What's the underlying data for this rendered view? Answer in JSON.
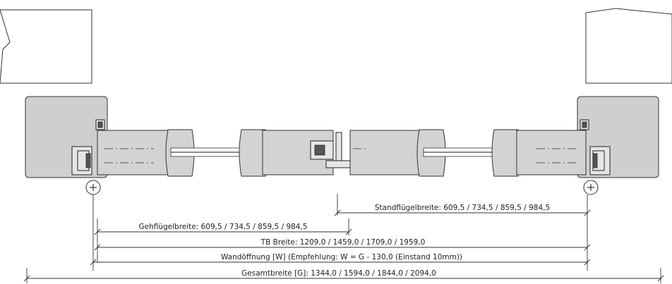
{
  "dimensions": {
    "standfluegel": "Standflügelbreite: 609,5 / 734,5 / 859,5 / 984,5",
    "gehfluegel": "Gehflügelbreite: 609,5 / 734,5 / 859,5 / 984,5",
    "tb_breite": "TB Breite: 1209,0 / 1459,0 / 1709,0 / 1959,0",
    "wandoeffnung": "Wandöffnung [W] (Empfehlung: W = G - 130,0 (Einstand 10mm))",
    "gesamtbreite": "Gesamtbreite [G]: 1344,0 / 1594,0 / 1844,0 / 2094,0"
  },
  "colors": {
    "line": "#333333",
    "fill_gray": "#d3d3d3",
    "background": "#ffffff"
  }
}
